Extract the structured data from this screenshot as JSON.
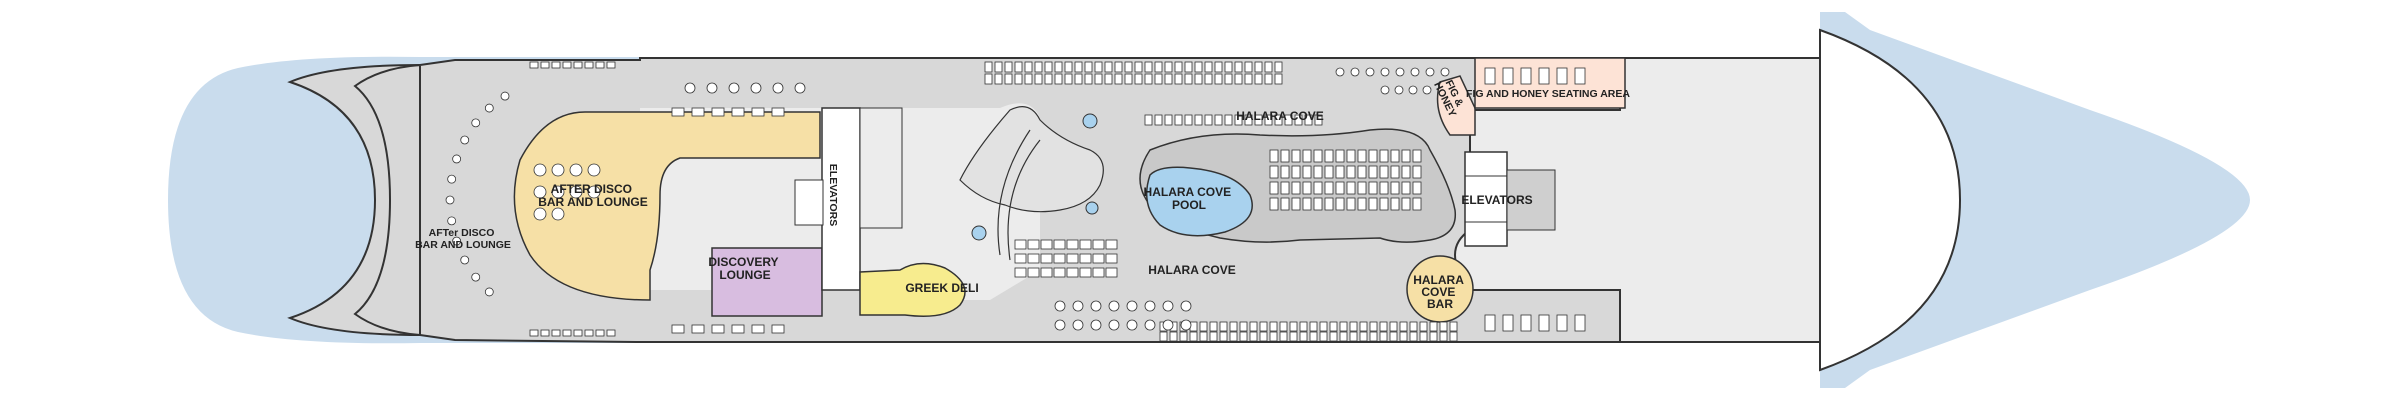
{
  "labels": {
    "after_disco_main": [
      "AFTER DISCO",
      "BAR AND LOUNGE"
    ],
    "after_disco_stern": [
      "AFTer DISCO",
      "BAR AND LOUNGE"
    ],
    "elevators_aft": "ELEVATORS",
    "elevators_fwd": "ELEVATORS",
    "discovery_lounge": [
      "DISCOVERY",
      "LOUNGE"
    ],
    "greek_deli": "GREEK DELI",
    "halara_cove_top": "HALARA COVE",
    "halara_cove_bottom": "HALARA COVE",
    "halara_cove_pool": [
      "HALARA COVE",
      "POOL"
    ],
    "halara_cove_bar": [
      "HALARA",
      "COVE",
      "BAR"
    ],
    "fig_honey": [
      "FIG &",
      "HONEY"
    ],
    "fig_honey_seating": "FIG AND HONEY SEATING AREA"
  },
  "colors": {
    "water": "#c9dced",
    "deck": "#d8d8d8",
    "deck_light": "#ececec",
    "outline": "#333333",
    "lounge_yellow": "#f6e0a6",
    "discovery_purple": "#d8bde0",
    "deli_yellow": "#f7ec8e",
    "pool_blue": "#a9d2ee",
    "fig_pink": "#fde3d6",
    "furniture": "#ffffff"
  }
}
